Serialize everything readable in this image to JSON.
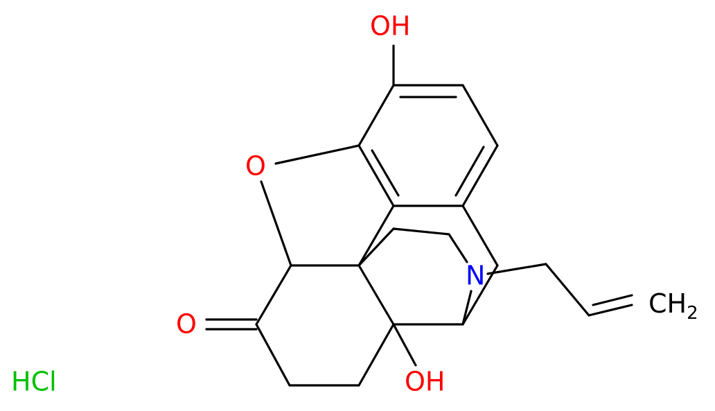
{
  "colors": {
    "bond": "#000000",
    "oxygen": "#ff0000",
    "nitrogen": "#0000ff",
    "chlorine": "#00c000",
    "carbon": "#000000",
    "background": "#ffffff"
  },
  "labels": {
    "oh_top": "OH",
    "ring_o": "O",
    "ketone_o": "O",
    "n": "N",
    "oh_bottom": "OH",
    "ch2_main": "CH",
    "ch2_sub": "2",
    "salt": "HCl"
  }
}
